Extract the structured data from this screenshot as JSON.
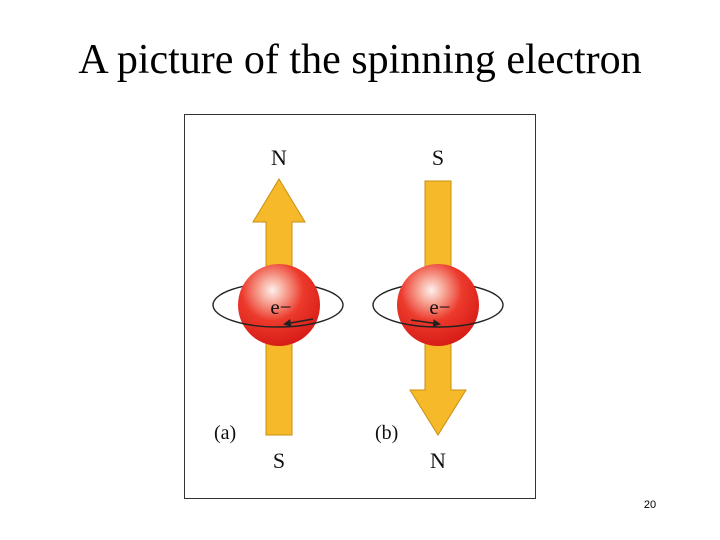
{
  "slide": {
    "title": "A picture of the spinning electron",
    "page_number": "20"
  },
  "figure": {
    "panel_a": {
      "label": "(a)",
      "top_pole": "N",
      "bottom_pole": "S",
      "electron": "e−",
      "arrow_direction": "up"
    },
    "panel_b": {
      "label": "(b)",
      "top_pole": "S",
      "bottom_pole": "N",
      "electron": "e−",
      "arrow_direction": "down"
    },
    "colors": {
      "arrow_fill": "#f5b92a",
      "arrow_stroke": "#c98f10",
      "sphere_core": "#e8221c",
      "sphere_highlight": "#fbe3df",
      "orbit_stroke": "#222222"
    }
  }
}
